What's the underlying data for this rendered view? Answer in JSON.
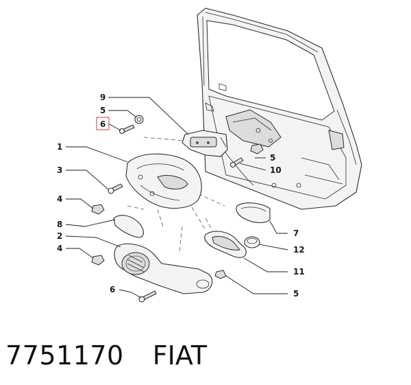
{
  "diagram": {
    "callouts": [
      {
        "id": "c9",
        "label": "9"
      },
      {
        "id": "c5a",
        "label": "5"
      },
      {
        "id": "c6a",
        "label": "6"
      },
      {
        "id": "c1",
        "label": "1"
      },
      {
        "id": "c3",
        "label": "3"
      },
      {
        "id": "c4a",
        "label": "4"
      },
      {
        "id": "c8",
        "label": "8"
      },
      {
        "id": "c2",
        "label": "2"
      },
      {
        "id": "c4b",
        "label": "4"
      },
      {
        "id": "c6b",
        "label": "6"
      },
      {
        "id": "c5b",
        "label": "5"
      },
      {
        "id": "c10",
        "label": "10"
      },
      {
        "id": "c7",
        "label": "7"
      },
      {
        "id": "c12",
        "label": "12"
      },
      {
        "id": "c11",
        "label": "11"
      },
      {
        "id": "c5c",
        "label": "5"
      }
    ],
    "highlighted_callout": "c6a",
    "highlight_color": "#e06666"
  },
  "caption": {
    "part_number": "7751170",
    "brand": "FIAT"
  }
}
